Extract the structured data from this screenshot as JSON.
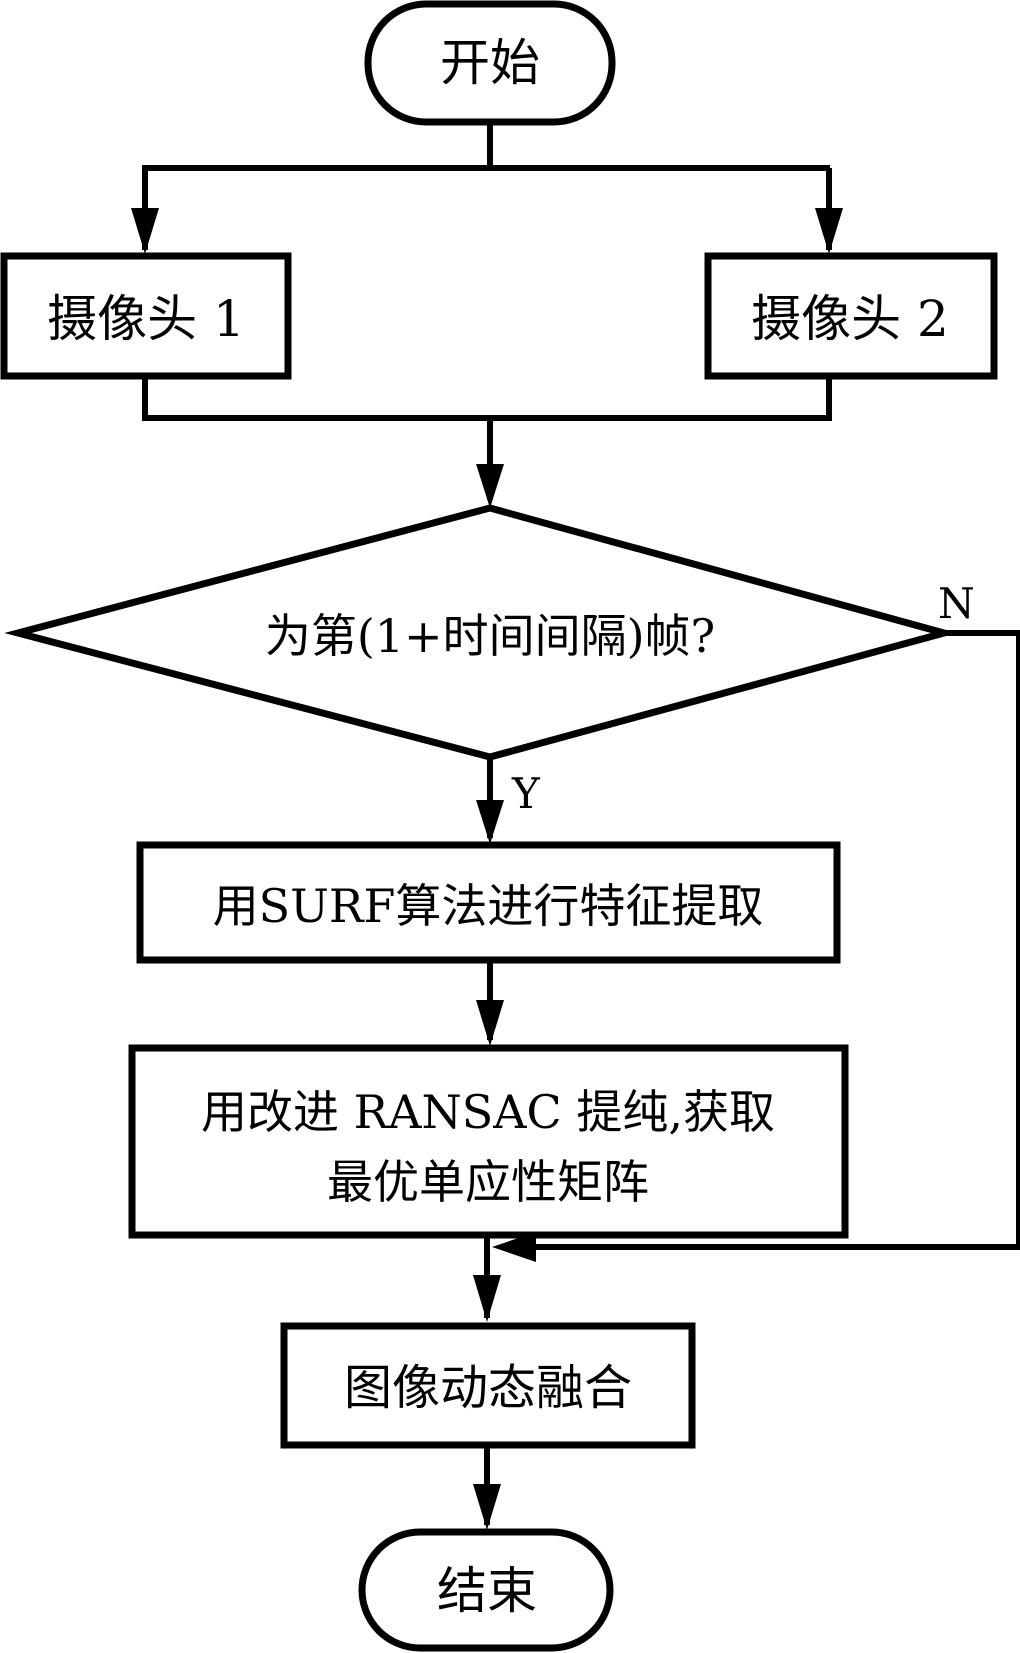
{
  "diagram": {
    "type": "flowchart",
    "colors": {
      "stroke": "#000000",
      "fill": "#ffffff",
      "text": "#000000"
    },
    "nodes": {
      "start": {
        "shape": "terminator",
        "label": "开始"
      },
      "camera1": {
        "shape": "process",
        "label": "摄像头 1"
      },
      "camera2": {
        "shape": "process",
        "label": "摄像头 2"
      },
      "decision": {
        "shape": "decision",
        "label": "为第(1+时间间隔)帧?"
      },
      "surf": {
        "shape": "process",
        "label": "用SURF算法进行特征提取"
      },
      "ransac": {
        "shape": "process",
        "line1": "用改进 RANSAC 提纯,获取",
        "line2": "最优单应性矩阵"
      },
      "fusion": {
        "shape": "process",
        "label": "图像动态融合"
      },
      "end": {
        "shape": "terminator",
        "label": "结束"
      }
    },
    "edges": [
      {
        "from": "start",
        "to": "camera1"
      },
      {
        "from": "start",
        "to": "camera2"
      },
      {
        "from": "camera1",
        "to": "decision"
      },
      {
        "from": "camera2",
        "to": "decision"
      },
      {
        "from": "decision",
        "to": "surf",
        "label": "Y"
      },
      {
        "from": "decision",
        "to": "fusion",
        "label": "N"
      },
      {
        "from": "surf",
        "to": "ransac"
      },
      {
        "from": "ransac",
        "to": "fusion"
      },
      {
        "from": "fusion",
        "to": "end"
      }
    ],
    "edge_labels": {
      "yes": "Y",
      "no": "N"
    }
  }
}
